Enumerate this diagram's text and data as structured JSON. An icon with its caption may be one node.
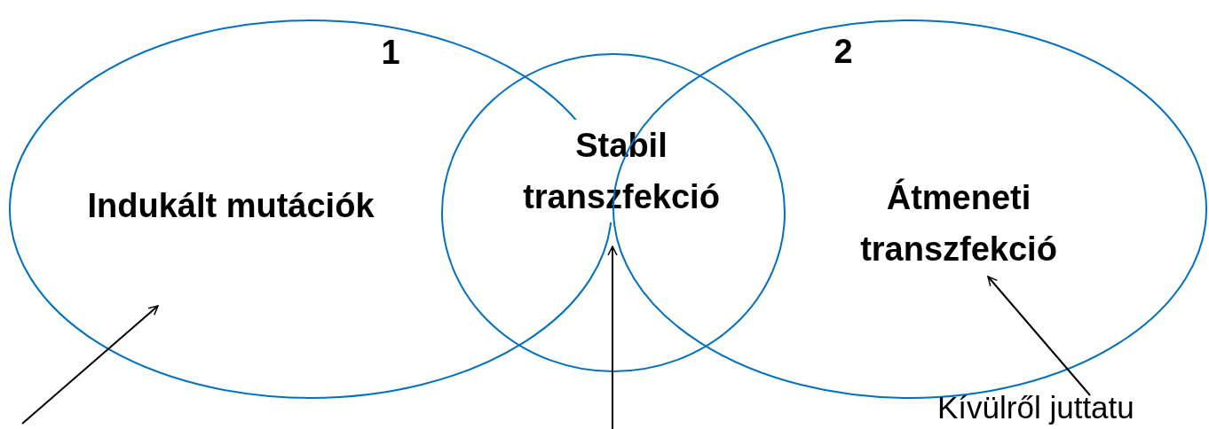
{
  "diagram": {
    "nodes": [
      {
        "text": [
          "1",
          "Indukált mutációk"
        ]
      },
      {
        "text": [
          "Stabil transzfekció"
        ]
      },
      {
        "text": [
          "2",
          "Átmeneti transzfekció"
        ]
      },
      {
        "text": [
          "Kívülről juttatu"
        ]
      }
    ],
    "edges": [
      {
        "from": null,
        "to": 0,
        "arrow": "to"
      },
      {
        "from": null,
        "to": 1,
        "arrow": "to"
      },
      {
        "from": 3,
        "to": 2,
        "arrow": "to"
      }
    ]
  }
}
